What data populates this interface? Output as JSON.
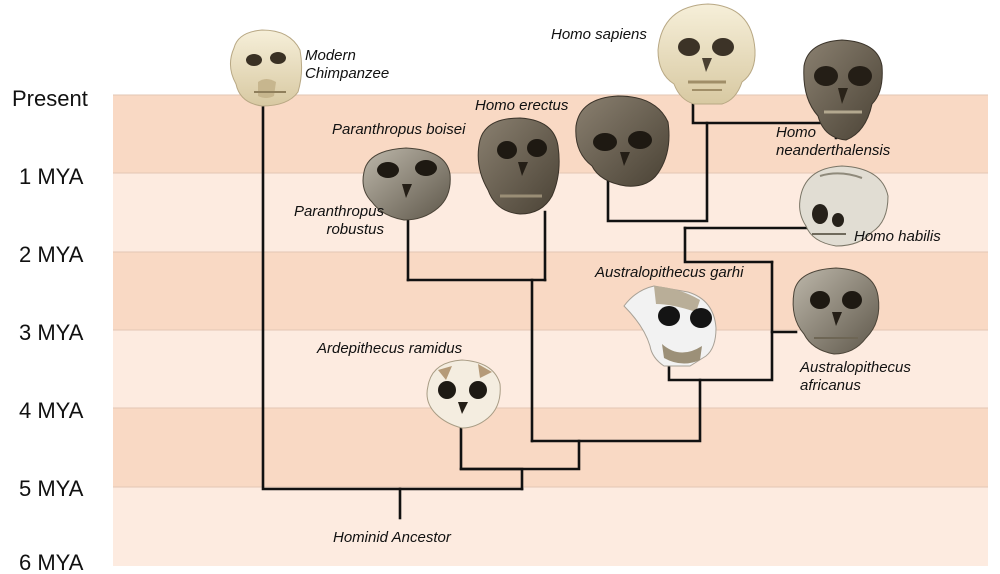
{
  "time_axis": {
    "labels": [
      "Present",
      "1 MYA",
      "2 MYA",
      "3 MYA",
      "4 MYA",
      "5 MYA",
      "6 MYA"
    ],
    "band_colors": [
      "#f9d9c4",
      "#fdebe0"
    ]
  },
  "species": {
    "chimpanzee": [
      "Modern",
      "Chimpanzee"
    ],
    "homo_sapiens": [
      "Homo sapiens"
    ],
    "neanderthalensis": [
      "Homo",
      "neanderthalensis"
    ],
    "homo_erectus": [
      "Homo erectus"
    ],
    "boisei": [
      "Paranthropus boisei"
    ],
    "robustus": [
      "Paranthropus",
      "robustus"
    ],
    "habilis": [
      "Homo habilis"
    ],
    "garhi": [
      "Australopithecus garhi"
    ],
    "africanus": [
      "Australopithecus",
      "africanus"
    ],
    "ramidus": [
      "Ardepithecus ramidus"
    ],
    "ancestor": [
      "Hominid Ancestor"
    ]
  },
  "icons": {
    "chimpanzee": "chimpanzee-skull-icon",
    "homo_sapiens": "homo-sapiens-skull-icon",
    "neanderthalensis": "neanderthal-skull-icon",
    "homo_erectus": "homo-erectus-skull-icon",
    "boisei": "paranthropus-boisei-skull-icon",
    "robustus": "paranthropus-robustus-skull-icon",
    "habilis": "homo-habilis-skull-icon",
    "garhi": "australopithecus-garhi-skull-icon",
    "africanus": "australopithecus-africanus-skull-icon",
    "ramidus": "ardepithecus-ramidus-skull-icon"
  },
  "colors": {
    "line": "#111111",
    "bone_light": "#efe5cc",
    "bone_dark": "#6e6452",
    "fossil_gray": "#9a958a"
  }
}
